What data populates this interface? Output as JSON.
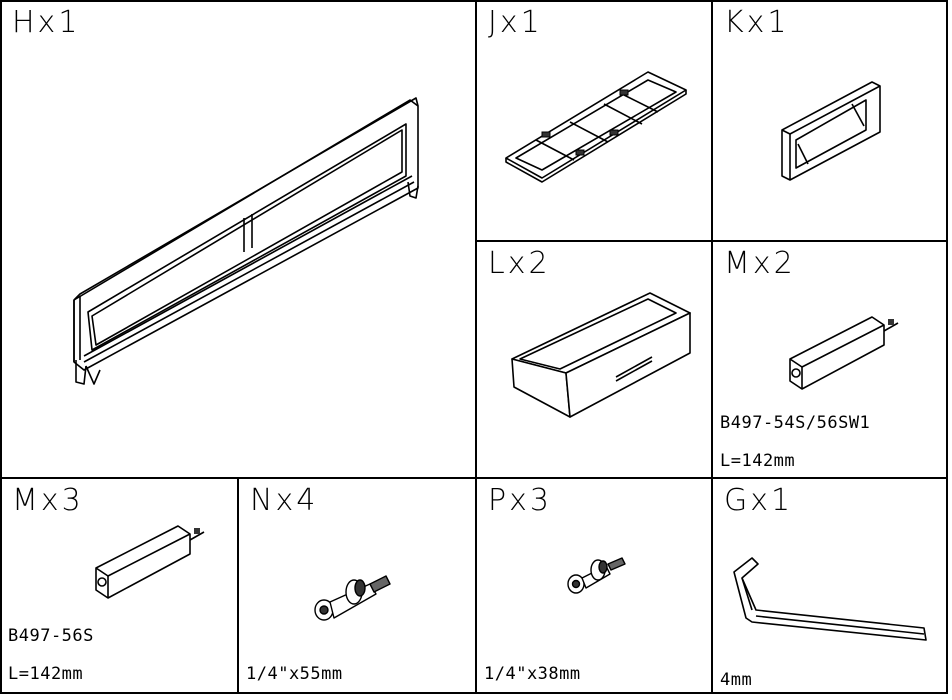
{
  "parts": {
    "H": {
      "label": "Hx1"
    },
    "J": {
      "label": "Jx1"
    },
    "K": {
      "label": "Kx1"
    },
    "L": {
      "label": "Lx2"
    },
    "M2": {
      "label": "Mx2",
      "code": "B497-54S/56SW1",
      "length": "L=142mm"
    },
    "M3": {
      "label": "Mx3",
      "code": "B497-56S",
      "length": "L=142mm"
    },
    "N": {
      "label": "Nx4",
      "size": "1/4\"x55mm"
    },
    "P": {
      "label": "Px3",
      "size": "1/4\"x38mm"
    },
    "G": {
      "label": "Gx1",
      "size": "4mm"
    }
  },
  "colors": {
    "line": "#000000",
    "background": "#ffffff",
    "fill_dark": "#333333"
  }
}
